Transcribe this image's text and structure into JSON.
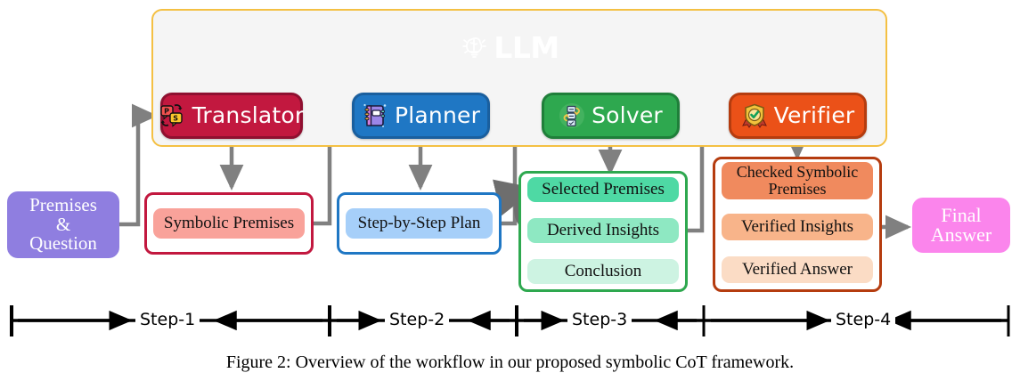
{
  "figure": {
    "caption": "Figure 2: Overview of the workflow in our proposed symbolic CoT framework."
  },
  "llm_panel": {
    "label": "LLM",
    "icon": "brain-lightbulb-icon",
    "border_color": "#f4c043",
    "fill_color": "#f5f5f5",
    "ellipse_color": "#e8b955"
  },
  "modules": [
    {
      "id": "translator",
      "label": "Translator",
      "icon": "translate-bubbles-icon",
      "fill": "#c2183f",
      "border": "#8f1030"
    },
    {
      "id": "planner",
      "label": "Planner",
      "icon": "notebook-icon",
      "fill": "#1f77c4",
      "border": "#1a5f9e"
    },
    {
      "id": "solver",
      "label": "Solver",
      "icon": "checklist-loop-icon",
      "fill": "#2ea84f",
      "border": "#1f7f3a"
    },
    {
      "id": "verifier",
      "label": "Verifier",
      "icon": "shield-check-icon",
      "fill": "#eb5118",
      "border": "#b53c0f"
    }
  ],
  "terminals": {
    "input": {
      "lines": [
        "Premises",
        "&",
        "Question"
      ],
      "color": "#8f7ee0"
    },
    "output": {
      "lines": [
        "Final",
        "Answer"
      ],
      "color": "#fb85ec"
    }
  },
  "groups": [
    {
      "id": "translator-output",
      "border": "#c2183f",
      "chips": [
        {
          "label": "Symbolic Premises",
          "fill": "#f9a29a"
        }
      ]
    },
    {
      "id": "planner-output",
      "border": "#1f77c4",
      "chips": [
        {
          "label": "Step-by-Step Plan",
          "fill": "#a6cff9"
        }
      ]
    },
    {
      "id": "solver-output",
      "border": "#2ea84f",
      "chips": [
        {
          "label": "Selected Premises",
          "fill": "#4ed9a4"
        },
        {
          "label": "Derived Insights",
          "fill": "#8ee8c2"
        },
        {
          "label": "Conclusion",
          "fill": "#cdf3e2"
        }
      ]
    },
    {
      "id": "verifier-output",
      "border": "#b53c0f",
      "chips": [
        {
          "label": "Checked Symbolic Premises",
          "fill": "#f08a5e"
        },
        {
          "label": "Verified Insights",
          "fill": "#f8b48a"
        },
        {
          "label": "Verified Answer",
          "fill": "#fbdcc5"
        }
      ]
    }
  ],
  "steps": [
    {
      "label": "Step-1"
    },
    {
      "label": "Step-2"
    },
    {
      "label": "Step-3"
    },
    {
      "label": "Step-4"
    }
  ],
  "colors": {
    "connector": "#808080",
    "llm_arrow": "#f7dfa0",
    "axis": "#000000"
  }
}
